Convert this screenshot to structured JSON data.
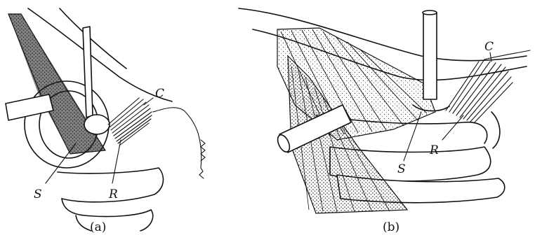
{
  "figure": {
    "panel_a": {
      "caption": "(a)",
      "labels": {
        "s": "S",
        "r": "R",
        "c": "C"
      }
    },
    "panel_b": {
      "caption": "(b)",
      "labels": {
        "s": "S",
        "r": "R",
        "c": "C"
      }
    }
  }
}
